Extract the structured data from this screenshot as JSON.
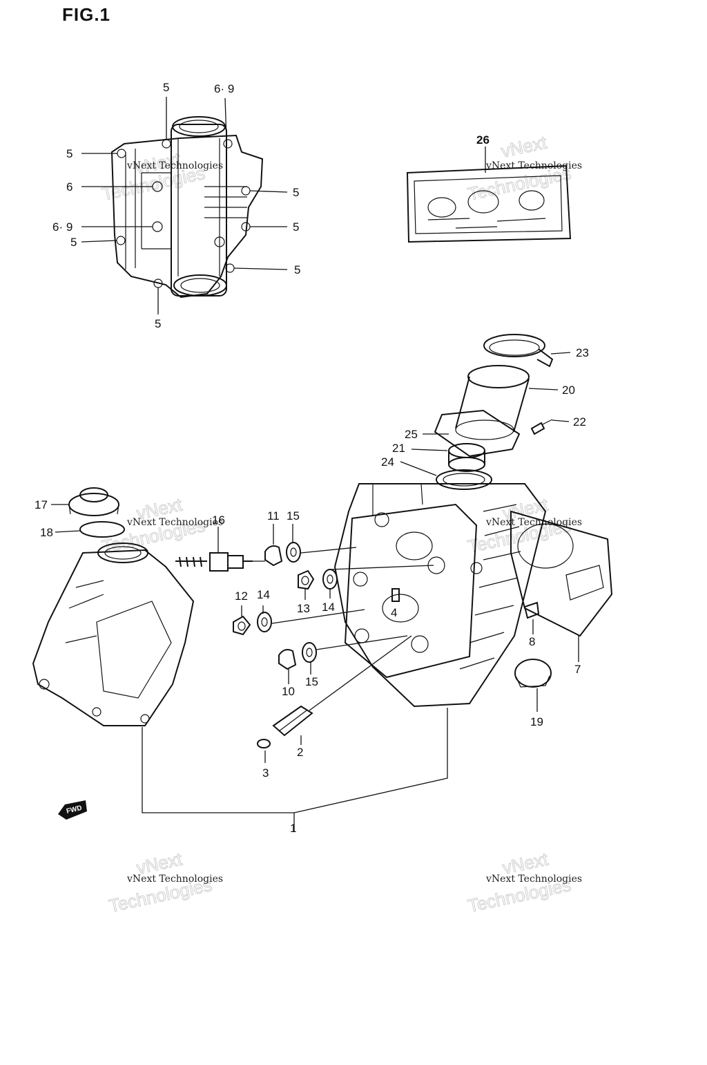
{
  "figure": {
    "title": "FIG.1",
    "direction_badge": "FWD"
  },
  "watermark": {
    "line1": "vNext Technologies",
    "line2": "vNext",
    "line3": "Technologies"
  },
  "callouts": {
    "c5_top": "5",
    "c69_top": "6· 9",
    "c5_left1": "5",
    "c6_left": "6",
    "c69_left": "6· 9",
    "c5_left2": "5",
    "c5_right1": "5",
    "c5_right2": "5",
    "c5_right3": "5",
    "c5_bottom": "5",
    "c26": "26",
    "c23": "23",
    "c20": "20",
    "c22": "22",
    "c25": "25",
    "c21": "21",
    "c24": "24",
    "c17": "17",
    "c18": "18",
    "c16": "16",
    "c11": "11",
    "c15a": "15",
    "c13": "13",
    "c14a": "14",
    "c12": "12",
    "c14b": "14",
    "c4": "4",
    "c10": "10",
    "c15b": "15",
    "c2": "2",
    "c3": "3",
    "c8": "8",
    "c7": "7",
    "c19": "19",
    "c1": "1"
  }
}
